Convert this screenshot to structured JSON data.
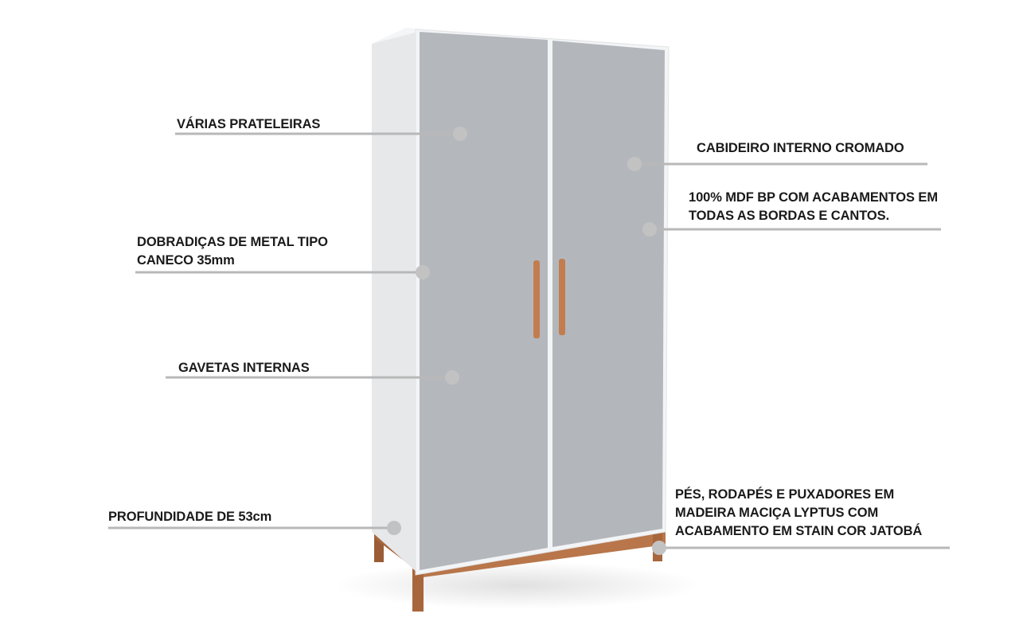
{
  "colors": {
    "door": "#b4b8bd",
    "carcass": "#f2f3f5",
    "side": "#e6e8ea",
    "wood": "#b8764a",
    "wood_dark": "#9a5c35",
    "callout_line": "#b8b8b8",
    "callout_dot": "#c2c2c2",
    "text": "#1a1a1a"
  },
  "callouts": [
    {
      "id": "prateleiras",
      "lines": [
        "VÁRIAS PRATELEIRAS"
      ]
    },
    {
      "id": "cabideiro",
      "lines": [
        "CABIDEIRO INTERNO CROMADO"
      ]
    },
    {
      "id": "mdf",
      "lines": [
        "100% MDF BP COM ACABAMENTOS EM",
        "TODAS AS BORDAS E CANTOS."
      ]
    },
    {
      "id": "dobradicas",
      "lines": [
        "DOBRADIÇAS DE METAL TIPO",
        "CANECO 35mm"
      ]
    },
    {
      "id": "gavetas",
      "lines": [
        "GAVETAS INTERNAS"
      ]
    },
    {
      "id": "profundidade",
      "lines": [
        "PROFUNDIDADE DE 53cm"
      ]
    },
    {
      "id": "pes",
      "lines": [
        "PÉS, RODAPÉS E PUXADORES EM",
        "MADEIRA MACIÇA LYPTUS COM",
        "ACABAMENTO EM STAIN COR JATOBÁ"
      ]
    }
  ]
}
